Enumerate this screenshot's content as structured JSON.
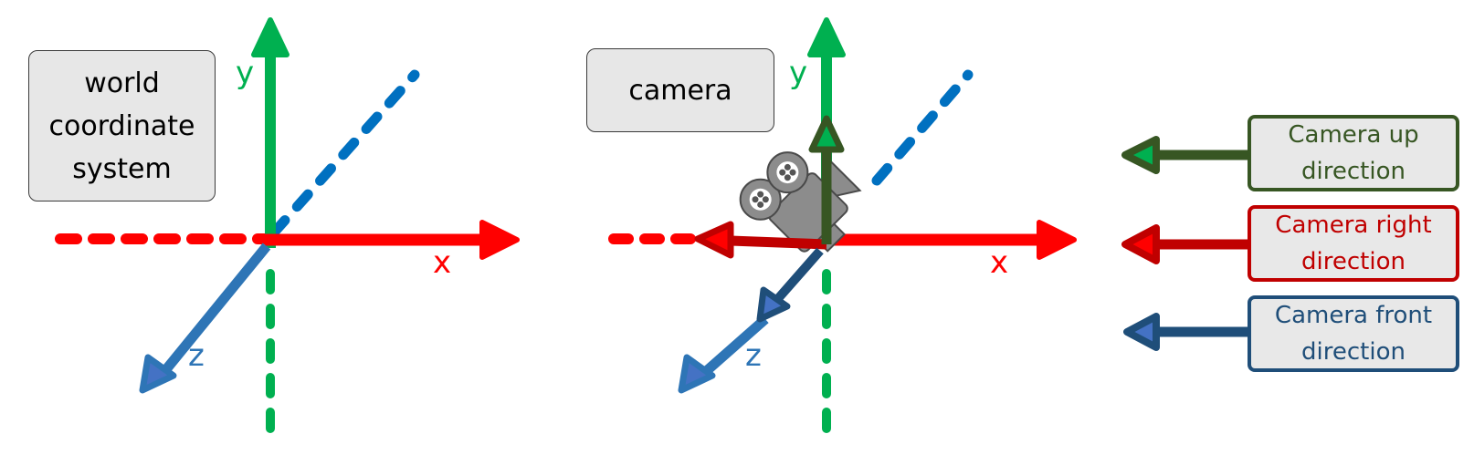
{
  "world": {
    "title_lines": [
      "world",
      "coordinate",
      "system"
    ],
    "axes": {
      "x": "x",
      "y": "y",
      "z": "z"
    }
  },
  "camera": {
    "title": "camera",
    "axes": {
      "x": "x",
      "y": "y",
      "z": "z"
    }
  },
  "legend": [
    {
      "line1": "Camera up",
      "line2": "direction",
      "color": "#375623",
      "fill": "#00b050"
    },
    {
      "line1": "Camera right",
      "line2": "direction",
      "color": "#c00000",
      "fill": "#ff0000"
    },
    {
      "line1": "Camera front",
      "line2": "direction",
      "color": "#1f4e79",
      "fill": "#4472c4"
    }
  ],
  "colors": {
    "x_axis": "#ff0000",
    "y_axis": "#00b050",
    "z_axis": "#2e75b6",
    "z_dash": "#0070c0",
    "camera_body": "#8c8c8c"
  },
  "icons": {
    "camera": "movie-camera-icon"
  }
}
